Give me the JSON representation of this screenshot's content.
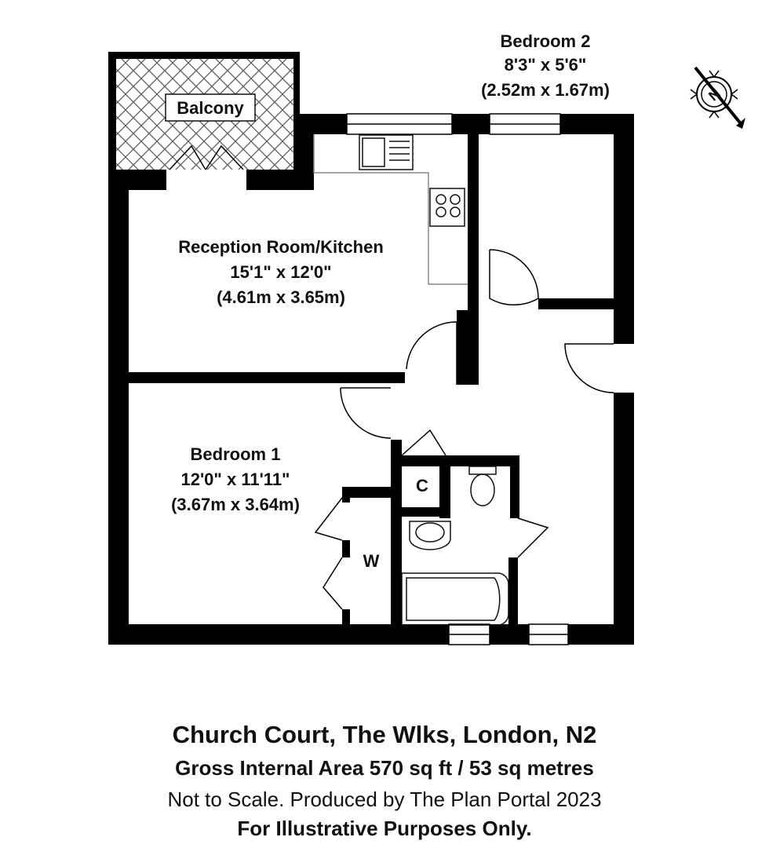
{
  "rooms": {
    "balcony": {
      "name": "Balcony"
    },
    "reception": {
      "name": "Reception Room/Kitchen",
      "imperial": "15'1\" x 12'0\"",
      "metric": "(4.61m x 3.65m)"
    },
    "bedroom2": {
      "name": "Bedroom 2",
      "imperial": "8'3\" x 5'6\"",
      "metric": "(2.52m x 1.67m)"
    },
    "bedroom1": {
      "name": "Bedroom 1",
      "imperial": "12'0\" x 11'11\"",
      "metric": "(3.67m x 3.64m)"
    },
    "cupboard": {
      "name": "C"
    },
    "wardrobe": {
      "name": "W"
    }
  },
  "compass": {
    "label": "N",
    "icon": "compass-north-icon"
  },
  "footer": {
    "title": "Church Court, The Wlks, London, N2",
    "area": "Gross Internal Area 570 sq ft / 53 sq metres",
    "note": "Not to Scale. Produced by The Plan Portal 2023",
    "illustrative": "For Illustrative Purposes Only."
  },
  "colors": {
    "wall": "#000000",
    "fixture": "#888888",
    "background": "#ffffff"
  }
}
